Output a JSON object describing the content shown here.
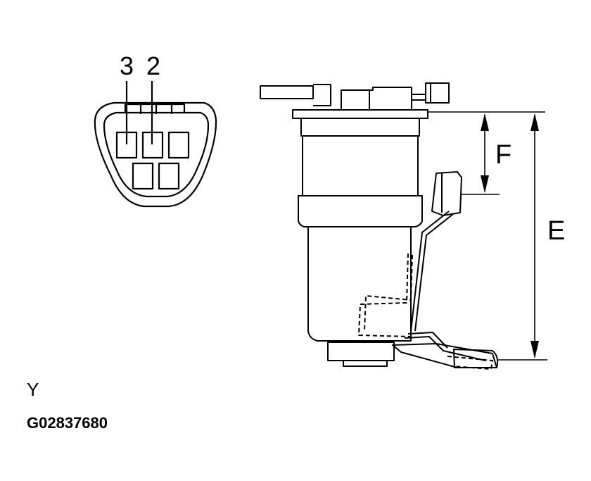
{
  "connector": {
    "pin_label_left": "3",
    "pin_label_right": "2"
  },
  "dimensions": {
    "label_f": "F",
    "label_e": "E"
  },
  "caption": {
    "view_label": "Y",
    "figure_code": "G02837680"
  },
  "colors": {
    "ink": "#000000",
    "background": "#ffffff"
  }
}
